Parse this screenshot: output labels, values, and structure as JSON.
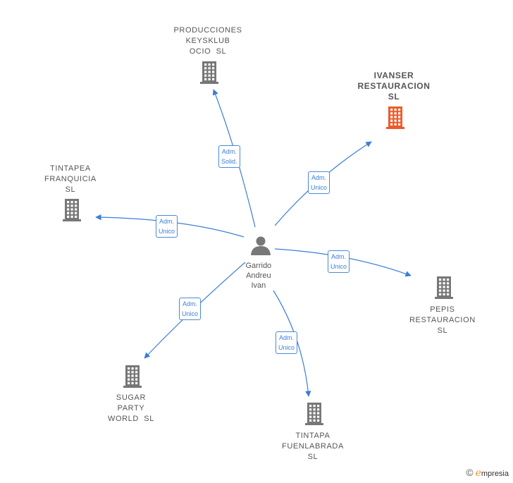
{
  "person": {
    "label": "Garrido\nAndreu\nIvan",
    "icon": "person-icon"
  },
  "companies": [
    {
      "id": "producciones",
      "label": "PRODUCCIONES\nKEYSKLUB\nOCIO  SL",
      "color": "#777777",
      "highlight": false,
      "icon": "building-icon"
    },
    {
      "id": "ivanser",
      "label": "IVANSER\nRESTAURACION\nSL",
      "color": "#ee5a2a",
      "highlight": true,
      "icon": "building-icon"
    },
    {
      "id": "tintapea",
      "label": "TINTAPEA\nFRANQUICIA\nSL",
      "color": "#777777",
      "highlight": false,
      "icon": "building-icon"
    },
    {
      "id": "pepis",
      "label": "PEPIS\nRESTAURACION\nSL",
      "color": "#777777",
      "highlight": false,
      "icon": "building-icon"
    },
    {
      "id": "sugar",
      "label": "SUGAR\nPARTY\nWORLD  SL",
      "color": "#777777",
      "highlight": false,
      "icon": "building-icon"
    },
    {
      "id": "fuenlabrada",
      "label": "TINTAPA\nFUENLABRADA\nSL",
      "color": "#777777",
      "highlight": false,
      "icon": "building-icon"
    }
  ],
  "edges": [
    {
      "to": "producciones",
      "label": "Adm.\nSolid."
    },
    {
      "to": "ivanser",
      "label": "Adm.\nUnico"
    },
    {
      "to": "tintapea",
      "label": "Adm.\nUnico"
    },
    {
      "to": "pepis",
      "label": "Adm.\nUnico"
    },
    {
      "to": "sugar",
      "label": "Adm.\nUnico"
    },
    {
      "to": "fuenlabrada",
      "label": "Adm.\nUnico"
    }
  ],
  "colors": {
    "edge": "#3b7dd8",
    "person": "#777777"
  },
  "footer": {
    "copyright": "©",
    "brand_initial": "e",
    "brand_rest": "mpresia"
  }
}
